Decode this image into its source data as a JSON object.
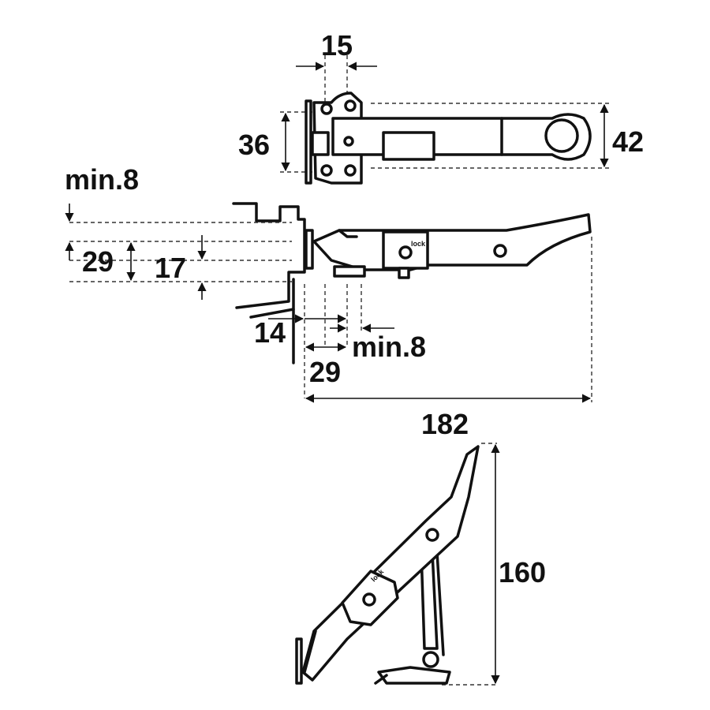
{
  "dimensions": {
    "top_width": "15",
    "top_left_height": "36",
    "top_right_height": "42",
    "min_top": "min.8",
    "left_29": "29",
    "left_17": "17",
    "bottom_14": "14",
    "bottom_min": "min.8",
    "bottom_29": "29",
    "overall_length": "182",
    "open_height": "160"
  },
  "labels": {
    "lock": "lock"
  }
}
